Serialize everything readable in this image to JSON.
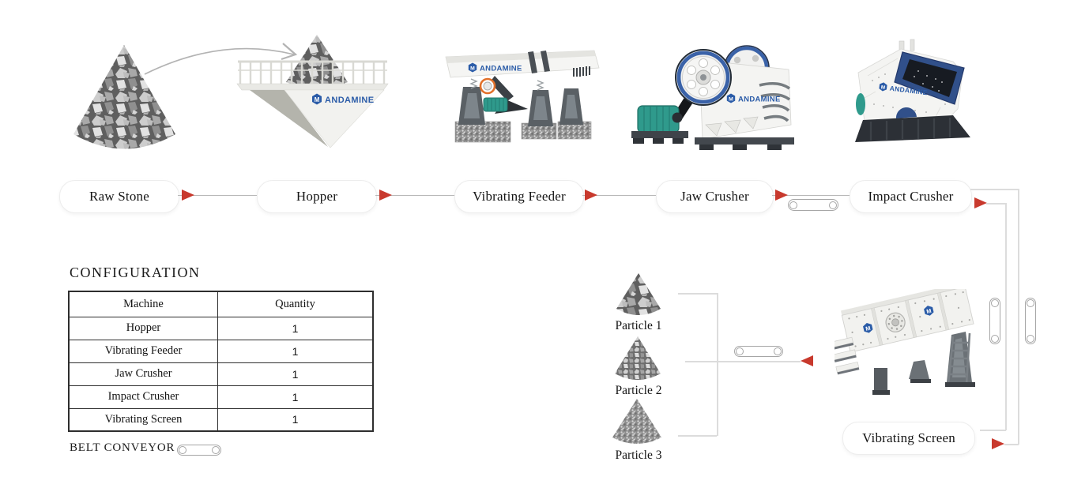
{
  "brand": {
    "name": "ANDAMINE",
    "mark": "M",
    "color": "#2b5ca8"
  },
  "flow": {
    "stages": [
      {
        "label": "Raw Stone"
      },
      {
        "label": "Hopper"
      },
      {
        "label": "Vibrating Feeder"
      },
      {
        "label": "Jaw Crusher"
      },
      {
        "label": "Impact Crusher"
      },
      {
        "label": "Vibrating Screen"
      }
    ]
  },
  "configuration": {
    "title": "CONFIGURATION",
    "table": {
      "headers": [
        "Machine",
        "Quantity"
      ],
      "rows": [
        [
          "Hopper",
          "1"
        ],
        [
          "Vibrating Feeder",
          "1"
        ],
        [
          "Jaw Crusher",
          "1"
        ],
        [
          "Impact Crusher",
          "1"
        ],
        [
          "Vibrating Screen",
          "1"
        ]
      ]
    },
    "belt_conveyor_label": "BELT CONVEYOR :"
  },
  "particles": {
    "items": [
      {
        "label": "Particle 1"
      },
      {
        "label": "Particle 2"
      },
      {
        "label": "Particle 3"
      }
    ]
  },
  "colors": {
    "arrow_red": "#c8392d",
    "brand_blue": "#2b5ca8",
    "flow_line": "#b8b8b8",
    "circuit_line": "#dcdcdc",
    "machine_teal": "#2f9a8c"
  }
}
